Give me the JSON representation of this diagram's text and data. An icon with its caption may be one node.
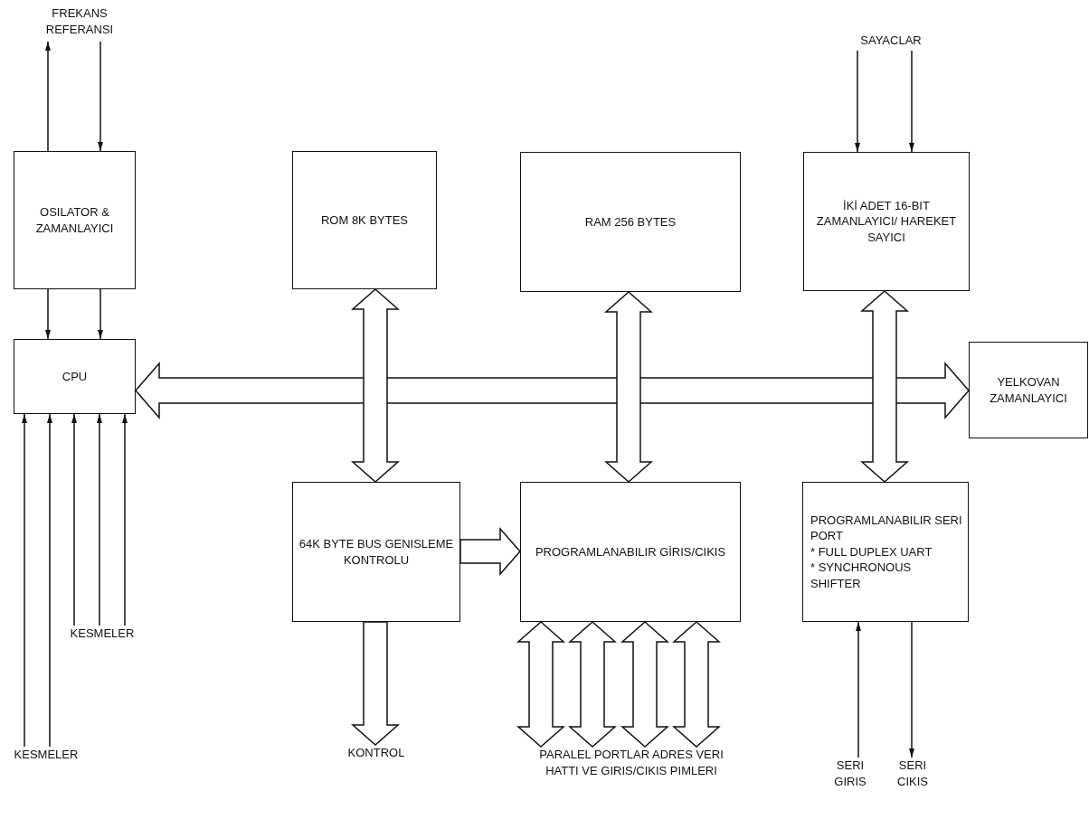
{
  "diagram": {
    "nodes": [
      {
        "text": [
          "FREKANS REFERANSI"
        ]
      },
      {
        "text": [
          "OSILATOR & ZAMANLAYICI"
        ]
      },
      {
        "text": [
          "ROM 8K BYTES"
        ]
      },
      {
        "text": [
          "RAM 256 BYTES"
        ]
      },
      {
        "text": [
          "SAYACLAR"
        ]
      },
      {
        "text": [
          "İKİ ADET 16-BIT ZAMANLAYICI/ HAREKET SAYICI"
        ]
      },
      {
        "text": [
          "CPU"
        ]
      },
      {
        "text": [
          "YELKOVAN ZAMANLAYICI"
        ]
      },
      {
        "text": [
          "64K BYTE BUS GENISLEME KONTROLU"
        ]
      },
      {
        "text": [
          "PROGRAMLANABILIR GİRIS/CIKIS"
        ]
      },
      {
        "text": [
          "PROGRAMLANABILIR SERI PORT",
          "* FULL DUPLEX UART",
          "* SYNCHRONOUS SHIFTER"
        ]
      },
      {
        "text": [
          "KESMELER"
        ]
      },
      {
        "text": [
          "KESMELER"
        ]
      },
      {
        "text": [
          "KONTROL"
        ]
      },
      {
        "text": [
          "PARALEL PORTLAR ADRES VERI HATTI VE GIRIS/CIKIS PIMLERI"
        ]
      },
      {
        "text": [
          "SERI GIRIS"
        ]
      },
      {
        "text": [
          "SERI CIKIS"
        ]
      }
    ],
    "edges": [
      {
        "from": 1,
        "to": 0,
        "arrow": "to"
      },
      {
        "from": 0,
        "to": 1,
        "arrow": "to"
      },
      {
        "from": 4,
        "to": 5,
        "arrow": "to"
      },
      {
        "from": 4,
        "to": 5,
        "arrow": "to"
      },
      {
        "from": 1,
        "to": 6,
        "arrow": "to"
      },
      {
        "from": 1,
        "to": 6,
        "arrow": "to"
      },
      {
        "from": 6,
        "to": 7,
        "arrow": "both",
        "style": "thick"
      },
      {
        "from": 2,
        "to": 8,
        "arrow": "both",
        "style": "thick"
      },
      {
        "from": 3,
        "to": 9,
        "arrow": "both",
        "style": "thick"
      },
      {
        "from": 5,
        "to": 10,
        "arrow": "both",
        "style": "thick"
      },
      {
        "from": 8,
        "to": 9,
        "arrow": "to",
        "style": "thick"
      },
      {
        "from": 8,
        "to": 13,
        "arrow": "to",
        "style": "thick"
      },
      {
        "from": 9,
        "to": 14,
        "arrow": "both",
        "style": "thick"
      },
      {
        "from": 9,
        "to": 14,
        "arrow": "both",
        "style": "thick"
      },
      {
        "from": 9,
        "to": 14,
        "arrow": "both",
        "style": "thick"
      },
      {
        "from": 9,
        "to": 14,
        "arrow": "both",
        "style": "thick"
      },
      {
        "from": 11,
        "to": 6,
        "arrow": "to"
      },
      {
        "from": 11,
        "to": 6,
        "arrow": "to"
      },
      {
        "from": 11,
        "to": 6,
        "arrow": "to"
      },
      {
        "from": 12,
        "to": 6,
        "arrow": "to"
      },
      {
        "from": 12,
        "to": 6,
        "arrow": "to"
      },
      {
        "from": 15,
        "to": 10,
        "arrow": "to"
      },
      {
        "from": 10,
        "to": 16,
        "arrow": "to"
      }
    ]
  }
}
